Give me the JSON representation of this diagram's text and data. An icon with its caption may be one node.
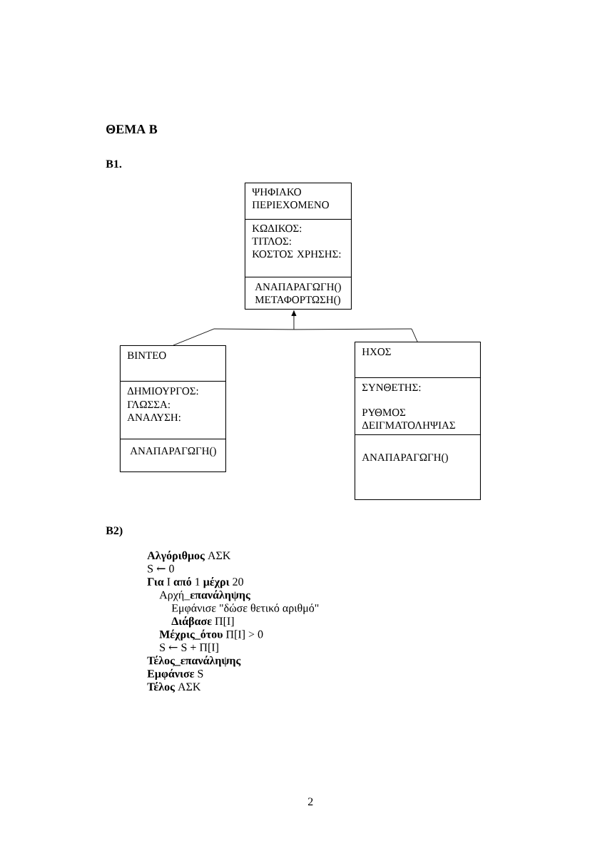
{
  "diagram": {
    "title": "ΘΕΜΑ Β",
    "nodes": [
      {
        "text": [],
        "shape": "box"
      },
      {
        "text": [
          "ΨΗΦΙΑΚΟ ΠΕΡΙΕΧΟΜΕΝΟ"
        ],
        "in": 0
      },
      {
        "text": [
          "ΚΩΔΙΚΟΣ:",
          "ΤΙΤΛΟΣ:",
          "ΚΟΣΤΟΣ ΧΡΗΣΗΣ:"
        ],
        "in": 0
      },
      {
        "text": [
          "ΑΝΑΠΑΡΑΓΩΓΗ()",
          "ΜΕΤΑΦΟΡΤΩΣΗ()"
        ],
        "in": 0
      },
      {
        "text": [],
        "shape": "box"
      },
      {
        "text": [
          "ΒΙΝΤΕΟ"
        ],
        "in": 4
      },
      {
        "text": [
          "ΔΗΜΙΟΥΡΓΟΣ:",
          "ΓΛΩΣΣΑ:",
          "ΑΝΑΛΥΣΗ:"
        ],
        "in": 4
      },
      {
        "text": [
          "ΑΝΑΠΑΡΑΓΩΓΗ()"
        ],
        "in": 4
      },
      {
        "text": [],
        "shape": "box"
      },
      {
        "text": [
          "ΗΧΟΣ"
        ],
        "in": 8
      },
      {
        "text": [
          "ΣΥΝΘΕΤΗΣ:",
          "ΡΥΘΜΟΣ ΔΕΙΓΜΑΤΟΛΗΨΙΑΣ"
        ],
        "in": 8
      },
      {
        "text": [
          "ΑΝΑΠΑΡΑΓΩΓΗ()"
        ],
        "in": 8
      }
    ],
    "edges": [
      {
        "from": 4,
        "to": 0,
        "arrow": "to"
      },
      {
        "from": 8,
        "to": 0,
        "arrow": "to"
      }
    ],
    "labels": [
      "Β1.",
      "Β2)",
      "**Αλγόριθμος** ΑΣΚ",
      "S ← 0",
      "**Για** I **από** 1 **μέχρι** 20",
      "Αρχή_**επανάληψης**",
      "Εμφάνισε \"δώσε θετικό αριθμό\"",
      "**Διάβασε** Π[I]",
      "**Μέχρις_ότου** Π[I] > 0",
      "S ← S + Π[I]",
      "Τέλος_επανάληψης",
      "**Εμφάνισε** S",
      "**Τέλος** ΑΣΚ",
      "2"
    ]
  }
}
